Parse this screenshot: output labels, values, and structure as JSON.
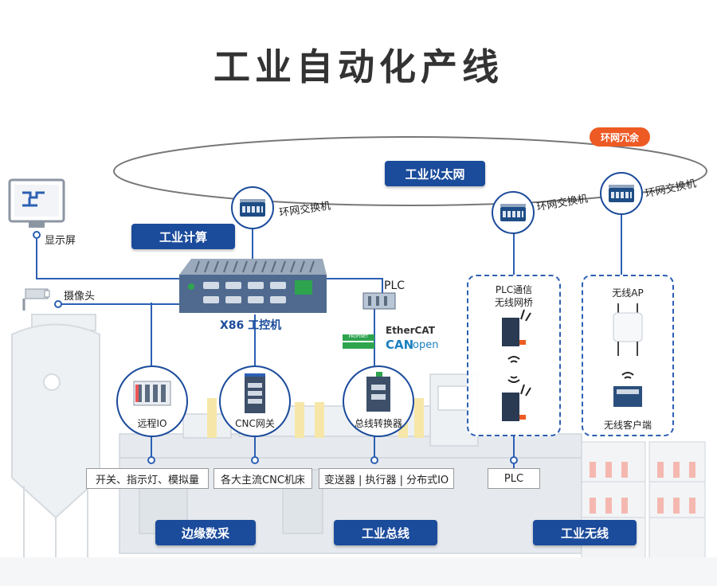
{
  "title": "工业自动化产线",
  "ring": {
    "label": "工业以太网",
    "redundancy": "环网冗余"
  },
  "switches": [
    {
      "label": "环网交换机"
    },
    {
      "label": "环网交换机"
    },
    {
      "label": "环网交换机"
    }
  ],
  "left": {
    "display_label": "显示屏",
    "camera_label": "摄像头"
  },
  "compute": {
    "tag": "工业计算",
    "device_label": "X86 工控机"
  },
  "plc": {
    "label": "PLC"
  },
  "protocols": {
    "ethercat": "EtherCAT",
    "canopen_can": "CAN",
    "canopen_open": "open",
    "profinet": "PROFINET"
  },
  "devices": [
    {
      "label": "远程IO",
      "bottom": "开关、指示灯、模拟量"
    },
    {
      "label": "CNC网关",
      "bottom": "各大主流CNC机床"
    },
    {
      "label": "总线转换器",
      "bottom": "变送器 | 执行器 | 分布式IO"
    }
  ],
  "wireless_left": {
    "title_line1": "PLC通信",
    "title_line2": "无线网桥",
    "bottom": "PLC"
  },
  "wireless_right": {
    "title": "无线AP",
    "client": "无线客户端"
  },
  "bottom_tags": [
    "边缘数采",
    "工业总线",
    "工业无线"
  ],
  "colors": {
    "brand_blue": "#1b4b9b",
    "accent_orange": "#ee5a24"
  }
}
